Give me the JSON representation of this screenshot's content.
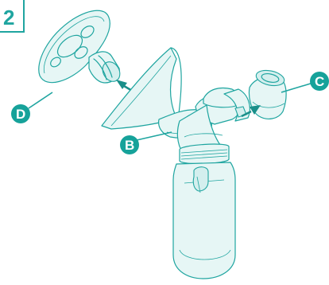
{
  "step": {
    "number": "2"
  },
  "callouts": {
    "d": {
      "letter": "D"
    },
    "b": {
      "letter": "B"
    },
    "c": {
      "letter": "C"
    }
  },
  "colors": {
    "accent": "#1fa5a0",
    "badge": "#16a29a",
    "part_fill": "#e6f6f5",
    "arrow": "#1a8f8a"
  }
}
